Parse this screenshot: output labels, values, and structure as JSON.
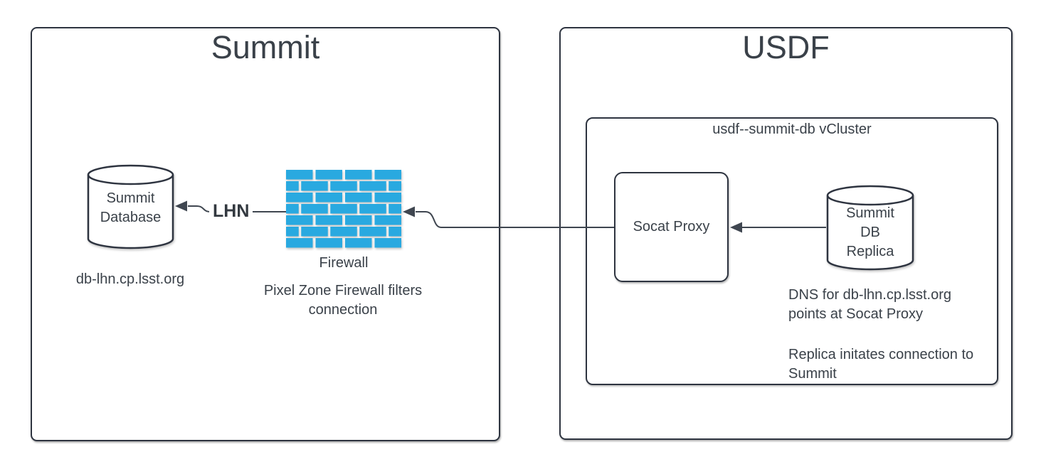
{
  "colors": {
    "stroke": "#2e3440",
    "text": "#3a4149",
    "brick": "#29a9e0",
    "connector": "#3f4650",
    "canvas_bg": "#ffffff"
  },
  "summit": {
    "title": "Summit",
    "database": {
      "lines": [
        "Summit",
        "Database"
      ],
      "hostname": "db-lhn.cp.lsst.org"
    },
    "lhn_arrow_label": "LHN",
    "firewall": {
      "label": "Firewall",
      "note_lines": [
        "Pixel Zone Firewall filters",
        "connection"
      ]
    }
  },
  "usdf": {
    "title": "USDF",
    "vcluster": {
      "label": "usdf--summit-db vCluster",
      "socat_proxy": {
        "label": "Socat Proxy"
      },
      "replica_db": {
        "lines": [
          "Summit",
          "DB",
          "Replica"
        ]
      },
      "dns_note_lines": [
        "DNS for db-lhn.cp.lsst.org",
        "points at Socat Proxy"
      ],
      "replica_note_lines": [
        "Replica initates connection to",
        "Summit"
      ]
    }
  }
}
